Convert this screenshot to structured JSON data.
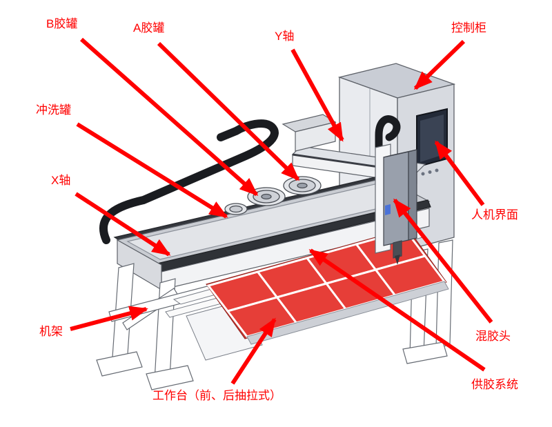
{
  "diagram": {
    "labels": [
      {
        "id": "b-glue-tank",
        "text": "B胶罐"
      },
      {
        "id": "a-glue-tank",
        "text": "A胶罐"
      },
      {
        "id": "y-axis",
        "text": "Y轴"
      },
      {
        "id": "control-cabinet",
        "text": "控制柜"
      },
      {
        "id": "flush-tank",
        "text": "冲洗罐"
      },
      {
        "id": "x-axis",
        "text": "X轴"
      },
      {
        "id": "frame",
        "text": "机架"
      },
      {
        "id": "worktable",
        "text": "工作台（前、后抽拉式）"
      },
      {
        "id": "hmi",
        "text": "人机界面"
      },
      {
        "id": "mixing-head",
        "text": "混胶头"
      },
      {
        "id": "glue-supply",
        "text": "供胶系统"
      }
    ],
    "colors": {
      "annotation": "#ff0000",
      "worktable_fill": "#e63e38",
      "worktable_base": "#c2352f",
      "machine_outline": "#5d6168",
      "cabinet_fill": "#d7dae0",
      "screen_fill": "#232a38",
      "chain_fill": "#1a1c20",
      "background": "#ffffff"
    }
  }
}
